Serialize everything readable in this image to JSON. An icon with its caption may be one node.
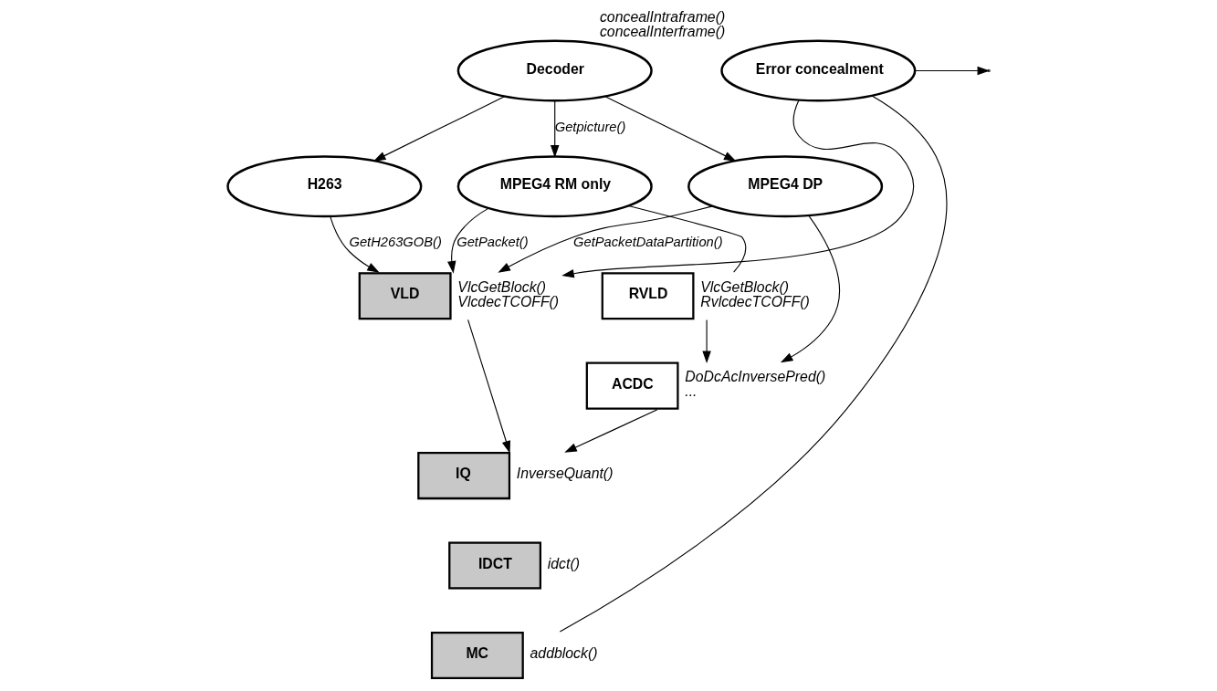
{
  "diagram": {
    "nodes": [
      {
        "text": [
          "Decoder"
        ]
      },
      {
        "text": [
          "H263"
        ]
      },
      {
        "text": [
          "MPEG4 RM only"
        ]
      },
      {
        "text": [
          "MPEG4 DP"
        ]
      },
      {
        "text": [
          "VLD"
        ],
        "beside": [
          "VlcGetBlock()",
          "VlcdecTCOFF()"
        ]
      },
      {
        "text": [
          "RVLD"
        ],
        "beside": [
          "VlcGetBlock()",
          "RvlcdecTCOFF()"
        ]
      },
      {
        "text": [
          "ACDC"
        ],
        "beside": [
          "DoDcAcInversePred()",
          "..."
        ]
      },
      {
        "text": [
          "IQ"
        ],
        "beside": [
          "InverseQuant()"
        ]
      },
      {
        "text": [
          "IDCT"
        ],
        "beside": [
          "idct()"
        ]
      },
      {
        "text": [
          "MC"
        ],
        "beside": [
          "addblock()"
        ]
      },
      {
        "text": [
          "Error concealment"
        ],
        "beside": [
          "concealIntraframe()",
          "concealInterframe()"
        ]
      }
    ],
    "edges": [
      {
        "from": 0,
        "to": 1,
        "arrow": "to"
      },
      {
        "from": 0,
        "to": 2,
        "arrow": "to",
        "label": "Getpicture()"
      },
      {
        "from": 0,
        "to": 3,
        "arrow": "to"
      },
      {
        "from": 1,
        "to": 4,
        "arrow": "to",
        "label": "GetH263GOB()"
      },
      {
        "from": 2,
        "to": 4,
        "arrow": "to",
        "label": "GetPacket()"
      },
      {
        "from": 3,
        "to": 4,
        "arrow": "to",
        "label": "GetPacketDataPartition()"
      },
      {
        "from": 2,
        "to": 5,
        "arrow": "none"
      },
      {
        "from": 3,
        "to": 6,
        "arrow": "to"
      },
      {
        "from": 5,
        "to": 6,
        "arrow": "to"
      },
      {
        "from": 4,
        "to": 7,
        "arrow": "to"
      },
      {
        "from": 6,
        "to": 7,
        "arrow": "to"
      },
      {
        "from": 9,
        "to": 10,
        "arrow": "none"
      },
      {
        "from": 10,
        "to": 4,
        "arrow": "to"
      },
      {
        "from": 10,
        "to": null,
        "arrow": "to"
      }
    ]
  }
}
